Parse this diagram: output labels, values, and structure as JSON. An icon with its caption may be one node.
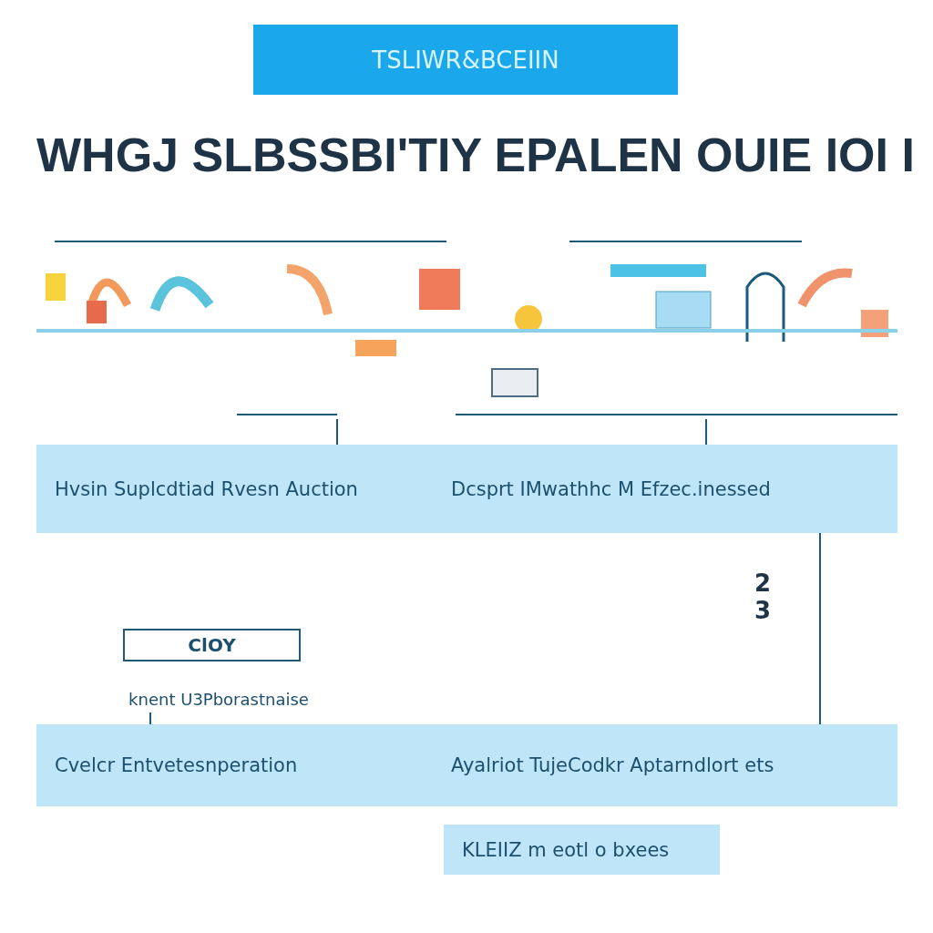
{
  "diagram": {
    "title": "WHGJ SLBSSBI'TIY EPALEN OUIE IOI I",
    "nodes": [
      {
        "text": [
          "TSLIWR&BCEIIN"
        ]
      },
      {
        "text": [],
        "shape": "picture"
      },
      {
        "text": [
          "Hvsin Suplcdtiad Rvesn Auction"
        ]
      },
      {
        "text": [
          "Dcsprt IMwathhc M Efzec.inessed"
        ]
      },
      {
        "text": [
          "ClOY"
        ]
      },
      {
        "text": [
          "Cvelcr Entvetesnperation"
        ]
      },
      {
        "text": [
          "Ayalriot TujeCodkr Aptarndlort ets"
        ]
      },
      {
        "text": [
          "KLEIIZ m eotl o bxees"
        ]
      },
      {
        "text": [
          "knent U3Pborastnaise"
        ]
      }
    ],
    "edges": [
      {
        "from": 1,
        "to": 2,
        "arrow": "none"
      },
      {
        "from": 1,
        "to": 3,
        "arrow": "none"
      },
      {
        "from": 8,
        "to": 5,
        "arrow": "none"
      },
      {
        "from": 3,
        "to": 6,
        "arrow": "none"
      }
    ],
    "labels": [
      "2",
      "3"
    ]
  }
}
